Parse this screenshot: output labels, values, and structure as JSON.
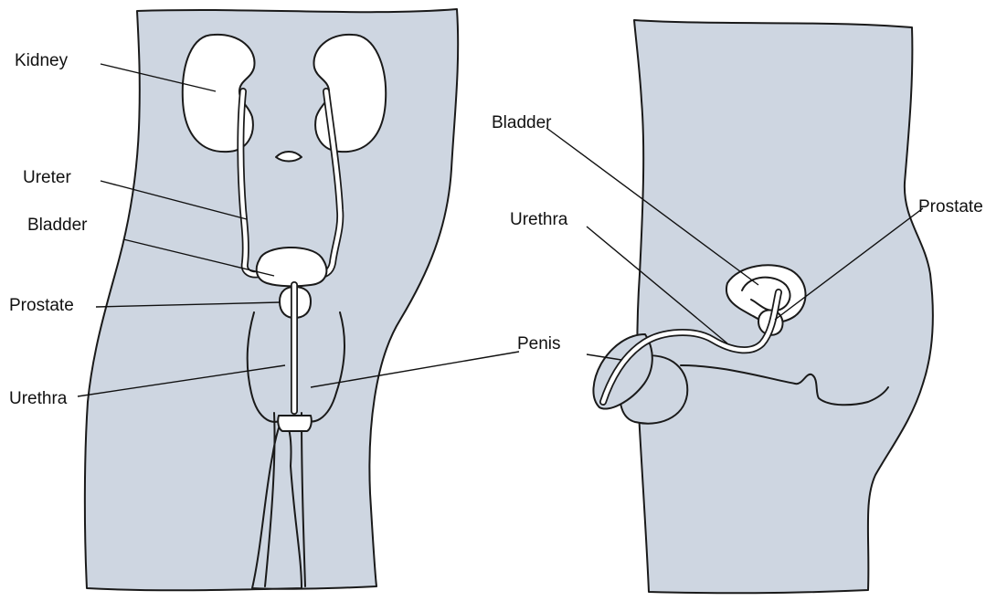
{
  "colors": {
    "body_fill": "#ced6e1",
    "outline": "#1a1a1a",
    "organ_fill": "#ffffff",
    "background": "#ffffff"
  },
  "front_view": {
    "labels": {
      "kidney": "Kidney",
      "ureter": "Ureter",
      "bladder": "Bladder",
      "prostate": "Prostate",
      "urethra": "Urethra"
    }
  },
  "side_view": {
    "labels": {
      "bladder": "Bladder",
      "urethra": "Urethra",
      "prostate": "Prostate",
      "penis": "Penis"
    }
  }
}
